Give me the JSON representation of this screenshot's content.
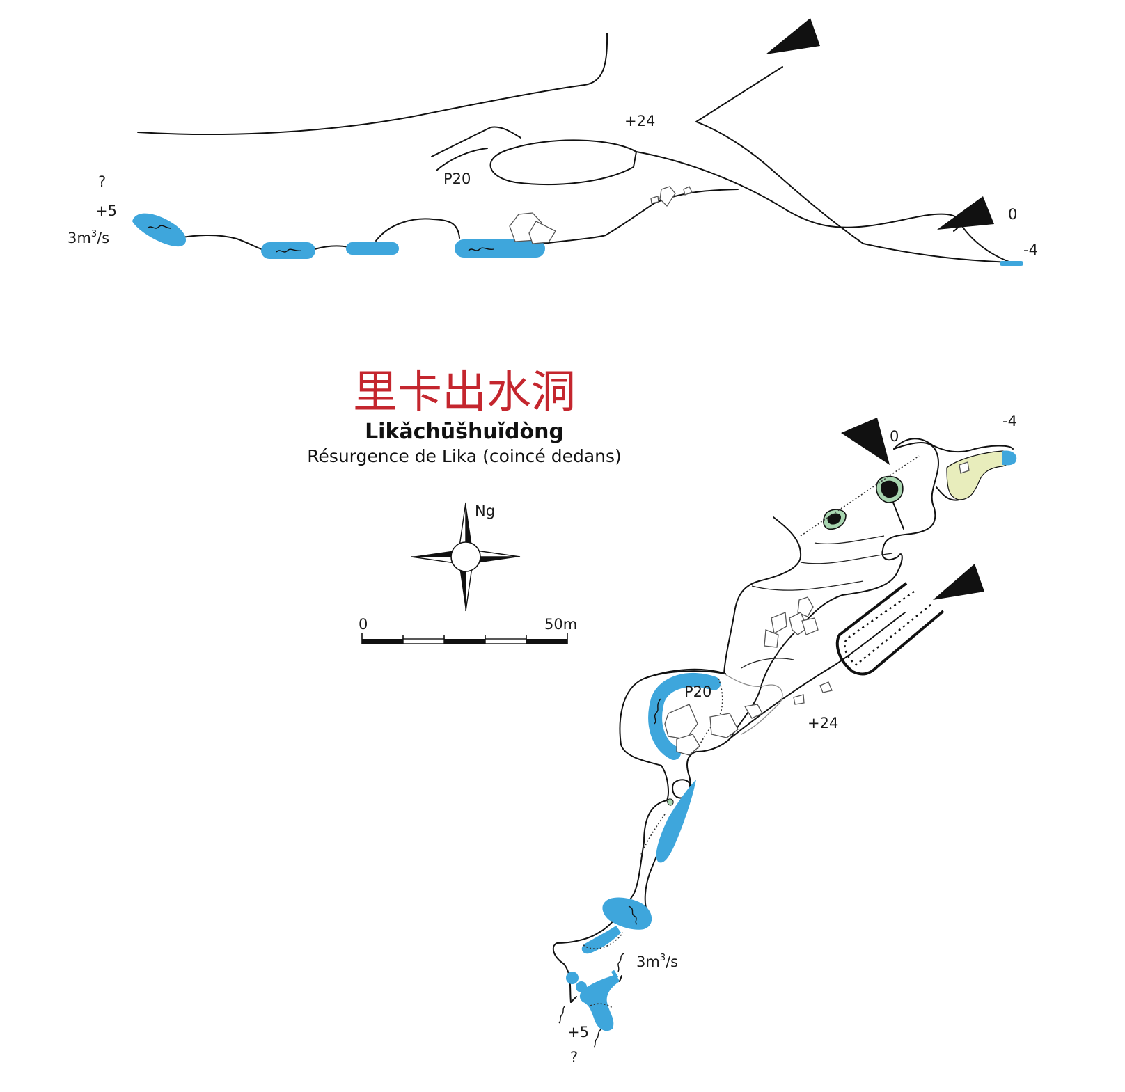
{
  "colors": {
    "water": "#3ea6dc",
    "title_red": "#c4262e",
    "lime_pool": "#e8edbc",
    "shaft_rim": "#a8d5b0",
    "ink": "#111111"
  },
  "title": {
    "chinese": "里卡出水洞",
    "pinyin": "Likǎchūšhuǐdòng",
    "french": "Résurgence de Lika (coincé dedans)"
  },
  "compass": {
    "label": "Ng",
    "icon": "north-arrow-compass-rose-icon"
  },
  "scale_bar": {
    "start_label": "0",
    "end_label": "50m",
    "segments": 5
  },
  "section_view": {
    "labels": {
      "question": "?",
      "plus5": "+5",
      "flow_prefix": "3m",
      "flow_exp": "3",
      "flow_suffix": "/s",
      "p20": "P20",
      "plus24": "+24",
      "zero": "0",
      "minus4": "-4"
    }
  },
  "plan_view": {
    "labels": {
      "zero": "0",
      "minus4": "-4",
      "p20": "P20",
      "plus24": "+24",
      "flow_prefix": "3m",
      "flow_exp": "3",
      "flow_suffix": "/s",
      "plus5": "+5",
      "question": "?"
    },
    "entrance_icons": [
      "entrance-triangle-icon",
      "entrance-triangle-icon"
    ]
  }
}
